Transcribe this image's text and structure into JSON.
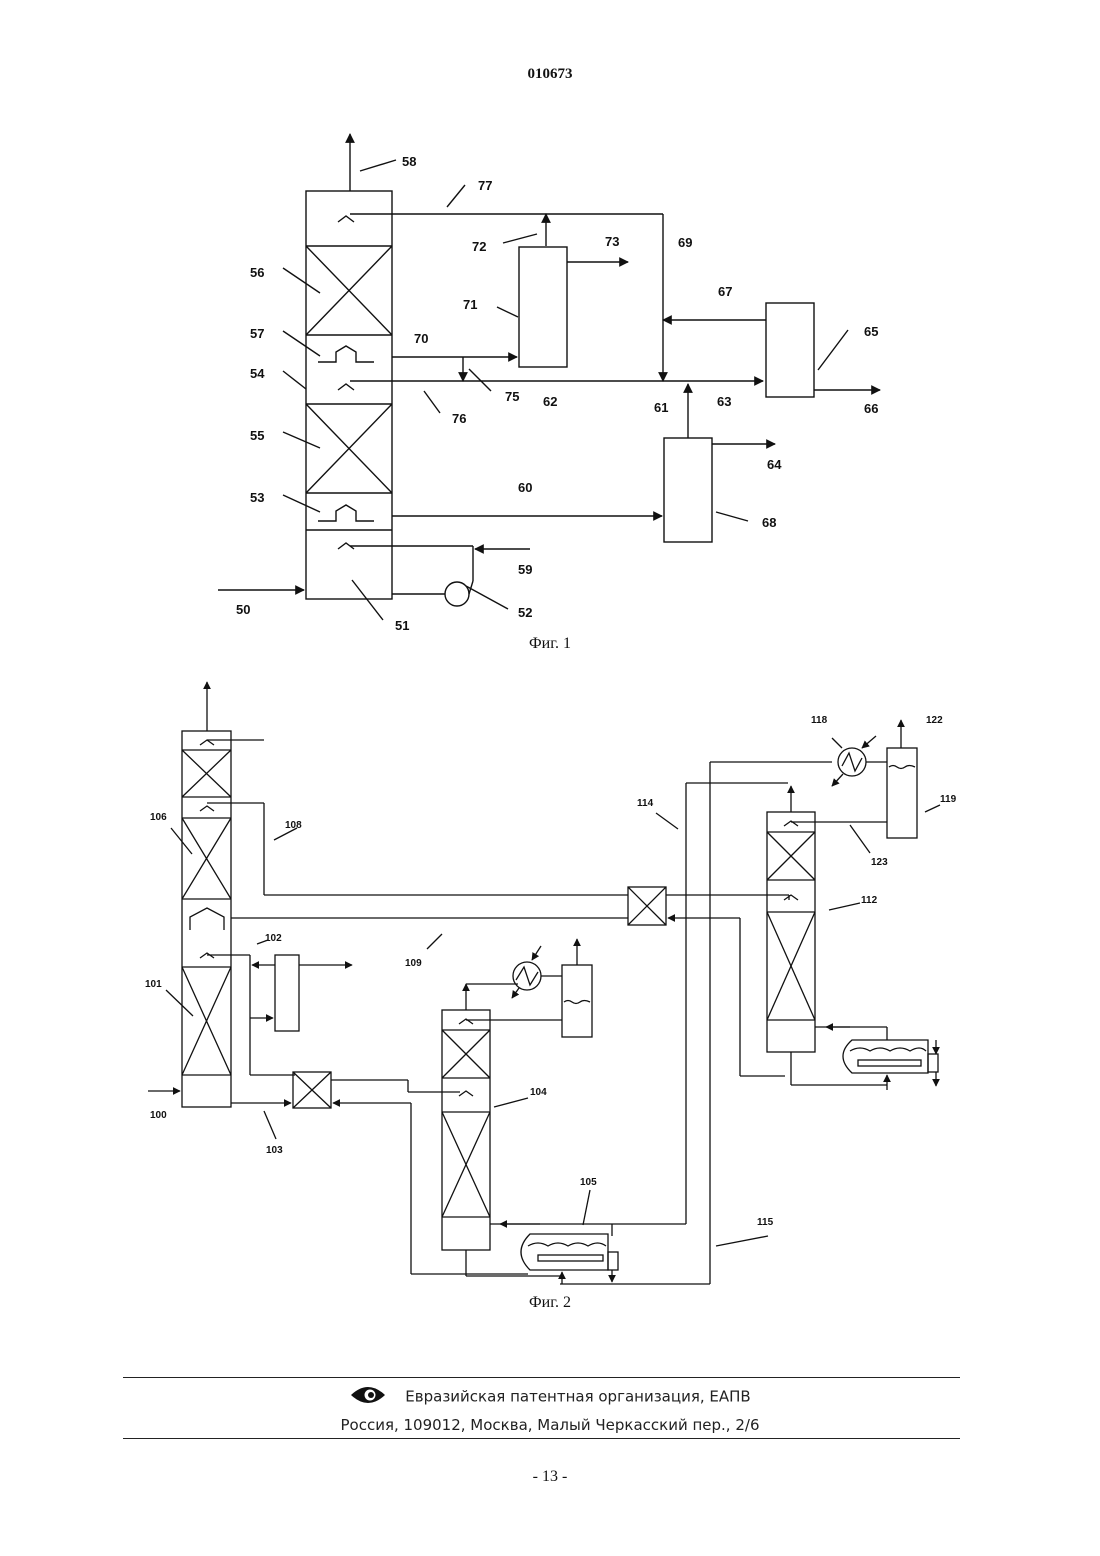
{
  "header": {
    "doc_number": "010673"
  },
  "figure1": {
    "caption": "Фиг. 1",
    "labels": [
      "58",
      "77",
      "72",
      "73",
      "69",
      "56",
      "71",
      "67",
      "65",
      "57",
      "70",
      "54",
      "75",
      "62",
      "61",
      "63",
      "66",
      "76",
      "55",
      "64",
      "60",
      "53",
      "68",
      "59",
      "50",
      "51",
      "52"
    ]
  },
  "figure2": {
    "caption": "Фиг. 2",
    "labels": [
      "118",
      "122",
      "119",
      "114",
      "106",
      "108",
      "123",
      "112",
      "102",
      "109",
      "101",
      "104",
      "100",
      "103",
      "105",
      "115"
    ]
  },
  "footer": {
    "org": "Евразийская патентная организация, ЕАПВ",
    "address": "Россия, 109012, Москва, Малый Черкасский пер., 2/6",
    "logo_icon": "eye-logo-icon"
  },
  "page_number": "- 13 -"
}
